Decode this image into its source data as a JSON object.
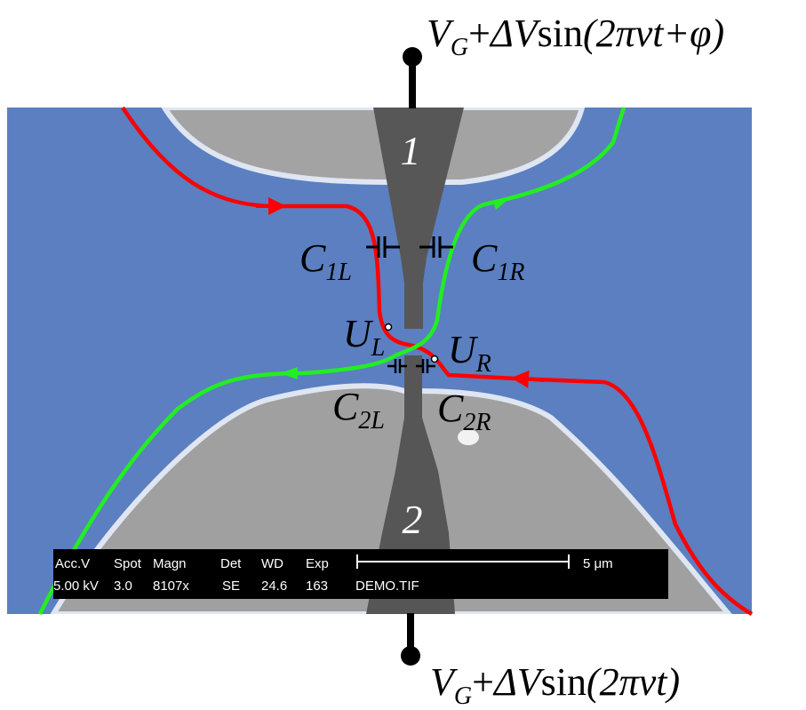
{
  "top_formula": {
    "v": "V",
    "g": "G",
    "plus": "+",
    "dv": "ΔV",
    "sin": "sin",
    "arg": "(2πνt+φ)"
  },
  "bottom_formula": {
    "v": "V",
    "g": "G",
    "plus": "+",
    "dv": "ΔV",
    "sin": "sin",
    "arg": "(2πνt)"
  },
  "gates": {
    "top": "1",
    "bottom": "2"
  },
  "capacitors": {
    "c1l": {
      "base": "C",
      "sub": "1L"
    },
    "c1r": {
      "base": "C",
      "sub": "1R"
    },
    "c2l": {
      "base": "C",
      "sub": "2L"
    },
    "c2r": {
      "base": "C",
      "sub": "2R"
    }
  },
  "contacts": {
    "ul": {
      "base": "U",
      "sub": "L"
    },
    "ur": {
      "base": "U",
      "sub": "R"
    }
  },
  "sem_bar": {
    "headers": [
      "Acc.V",
      "Spot",
      "Magn",
      "Det",
      "WD",
      "Exp"
    ],
    "values": [
      "5.00 kV",
      "3.0",
      "8107x",
      "SE",
      "24.6",
      "163",
      "DEMO.TIF"
    ],
    "scale_label": "5 μm"
  },
  "colors": {
    "blue_region": "#5a7fc0",
    "metal_gray": "#9a9a9a",
    "gate_dark": "#555555",
    "red_edge": "#ff0000",
    "green_edge": "#22ee22"
  }
}
